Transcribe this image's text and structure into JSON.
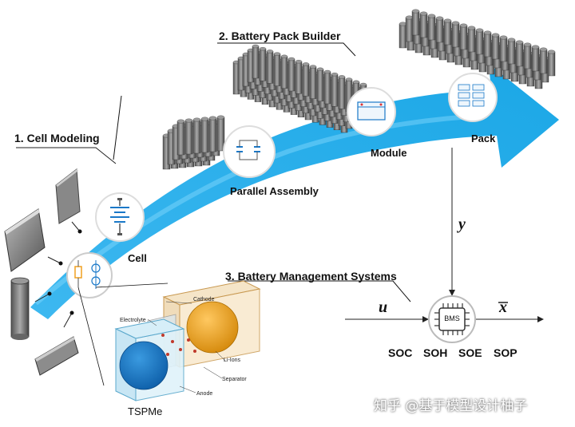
{
  "sections": {
    "cell_modeling": "1. Cell Modeling",
    "pack_builder": "2. Battery Pack Builder",
    "bms": "3. Battery Management Systems"
  },
  "stages": {
    "cell": "Cell",
    "parallel_assembly": "Parallel Assembly",
    "module": "Module",
    "pack": "Pack"
  },
  "model": {
    "name": "TSPMe",
    "labels": {
      "cathode": "Cathode",
      "electrolyte": "Electrolyte",
      "separator": "Separator",
      "anode": "Anode",
      "li_ions": "Li-Ions"
    }
  },
  "signals": {
    "input": "u",
    "measurement": "y",
    "estimate": "x"
  },
  "bms_chip": "BMS",
  "metrics": [
    "SOC",
    "SOH",
    "SOE",
    "SOP"
  ],
  "watermark": "知乎 @基于模型设计柚子",
  "colors": {
    "arrow": "#1ba7e6",
    "arrow_light": "#5fc8f5",
    "cathode": "#f0a020",
    "anode": "#1a78c8"
  }
}
